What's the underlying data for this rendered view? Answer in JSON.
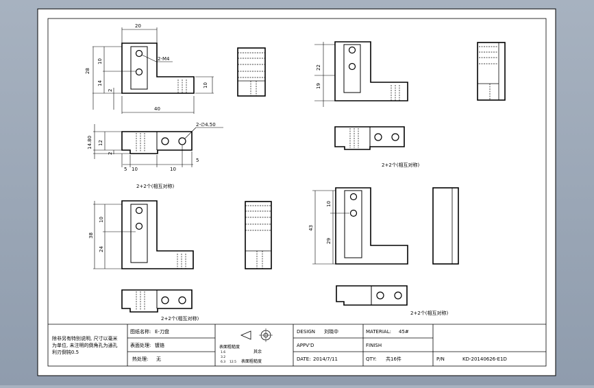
{
  "views": {
    "top_left": {
      "dims": {
        "width_top": "20",
        "height_total": "28",
        "upper": "10",
        "lower_a": "14",
        "lower_b": "2",
        "right_step": "10",
        "bottom_len": "40",
        "hole_note": "2-M4"
      }
    },
    "mid_left": {
      "dims": {
        "total_h": "14.80",
        "inner_h": "12",
        "side": "2",
        "hole_note": "2-∅4.50",
        "x1": "5",
        "x2": "10",
        "x3": "10",
        "x4": "5"
      },
      "caption": "2+2个(相互对称)"
    },
    "top_right": {
      "dims": {
        "upper": "22",
        "lower": "19"
      },
      "caption": "2+2个(相互对称)"
    },
    "bottom_left": {
      "dims": {
        "upper": "10",
        "total": "38",
        "lower": "24"
      },
      "caption": "2+2个(相互对称)"
    },
    "bottom_right": {
      "dims": {
        "upper": "10",
        "total": "43",
        "lower": "29"
      },
      "caption": "2+2个(相互对称)"
    }
  },
  "title_block": {
    "notes": [
      "除非另有特别说明, 尺寸以毫米",
      "为单位, 未注明的倒角孔为通孔",
      "利刃倒钝0.5"
    ],
    "figure_name_label": "图纸名称:",
    "figure_name": "E-刀盘",
    "surface_label": "表面处理:",
    "surface_value": "镀铬",
    "heat_label": "热处理:",
    "heat_value": "无",
    "roughness_label": "表面粗糙度",
    "roughness_values": [
      "1.6",
      "3.2",
      "6.3",
      "12.5"
    ],
    "roughness_other": "其余",
    "design_label": "DESIGN",
    "design_value": "刘晓中",
    "approved_label": "APPV'D",
    "date_label": "DATE:",
    "date_value": "2014/7/11",
    "material_label": "MATERIAL:",
    "material_value": "45#",
    "finish_label": "FINISH",
    "qty_label": "QTY:",
    "qty_value": "共16件",
    "pn_label": "P/N",
    "pn_value": "KD-20140626-E1D"
  },
  "colors": {
    "frame_bg": "#ffffff",
    "outer_bg": "#98a5b5",
    "line": "#000000"
  }
}
